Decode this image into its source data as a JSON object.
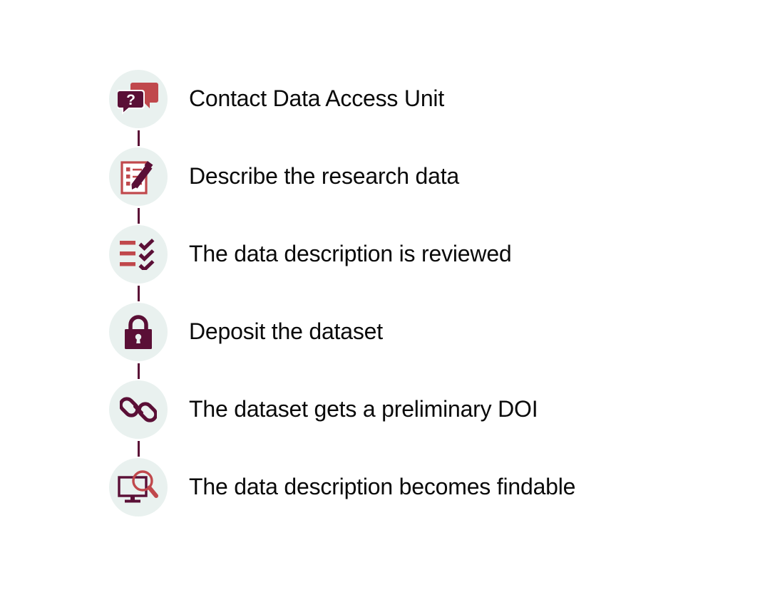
{
  "theme": {
    "background": "#ffffff",
    "badge_background": "#e9f1ef",
    "primary_dark": "#5a0f36",
    "accent_red": "#c0484c",
    "text_color": "#0a0a0a",
    "connector_color": "#5a0f36"
  },
  "flow": {
    "steps": [
      {
        "label": "Contact Data Access Unit",
        "icon": "chat-bubbles-question-icon"
      },
      {
        "label": "Describe the research data",
        "icon": "clipboard-pencil-icon"
      },
      {
        "label": "The data description is reviewed",
        "icon": "checklist-icon"
      },
      {
        "label": "Deposit the dataset",
        "icon": "padlock-icon"
      },
      {
        "label": "The dataset gets a preliminary DOI",
        "icon": "chain-link-icon"
      },
      {
        "label": "The data description becomes findable",
        "icon": "monitor-magnifier-icon"
      }
    ]
  }
}
